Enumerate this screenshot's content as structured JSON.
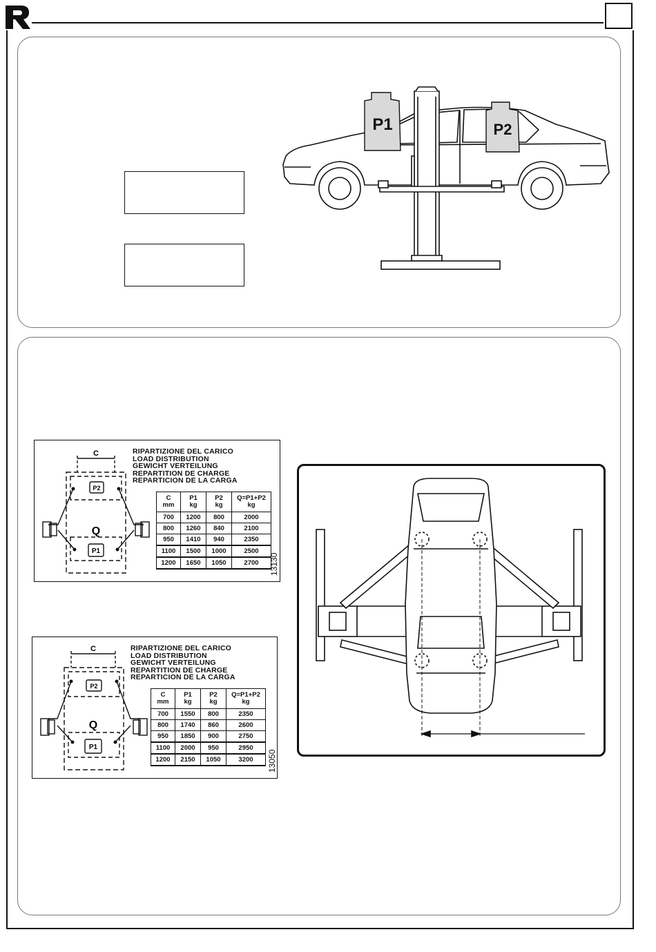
{
  "header": {
    "logo": "r-logo-icon",
    "page_number": ""
  },
  "top_panel": {
    "weight_labels": {
      "p1": "P1",
      "p2": "P2"
    },
    "text_box_1": "",
    "text_box_2": ""
  },
  "plates": [
    {
      "dimension_label": "C",
      "q_label": "Q",
      "p1_label": "P1",
      "p2_label": "P2",
      "titles": [
        "RIPARTIZIONE  DEL  CARICO",
        "LOAD  DISTRIBUTION",
        "GEWICHT  VERTEILUNG",
        "REPARTITION  DE  CHARGE",
        "REPARTICION  DE  LA  CARGA"
      ],
      "table": {
        "headers": [
          [
            "C",
            "mm"
          ],
          [
            "P1",
            "kg"
          ],
          [
            "P2",
            "kg"
          ],
          [
            "Q=P1+P2",
            "kg"
          ]
        ],
        "rows": [
          [
            "700",
            "1200",
            "800",
            "2000"
          ],
          [
            "800",
            "1260",
            "840",
            "2100"
          ],
          [
            "950",
            "1410",
            "940",
            "2350"
          ],
          [
            "1100",
            "1500",
            "1000",
            "2500"
          ],
          [
            "1200",
            "1650",
            "1050",
            "2700"
          ]
        ]
      },
      "code": "13130"
    },
    {
      "dimension_label": "C",
      "q_label": "Q",
      "p1_label": "P1",
      "p2_label": "P2",
      "titles": [
        "RIPARTIZIONE  DEL  CARICO",
        "LOAD  DISTRIBUTION",
        "GEWICHT  VERTEILUNG",
        "REPARTITION  DE  CHARGE",
        "REPARTICION  DE  LA  CARGA"
      ],
      "table": {
        "headers": [
          [
            "C",
            "mm"
          ],
          [
            "P1",
            "kg"
          ],
          [
            "P2",
            "kg"
          ],
          [
            "Q=P1+P2",
            "kg"
          ]
        ],
        "rows": [
          [
            "700",
            "1550",
            "800",
            "2350"
          ],
          [
            "800",
            "1740",
            "860",
            "2600"
          ],
          [
            "950",
            "1850",
            "900",
            "2750"
          ],
          [
            "1100",
            "2000",
            "950",
            "2950"
          ],
          [
            "1200",
            "2150",
            "1050",
            "3200"
          ]
        ]
      },
      "code": "13050"
    }
  ],
  "colors": {
    "ink": "#111111",
    "panel_border": "#777777",
    "weight_fill": "#d9d9d9"
  }
}
